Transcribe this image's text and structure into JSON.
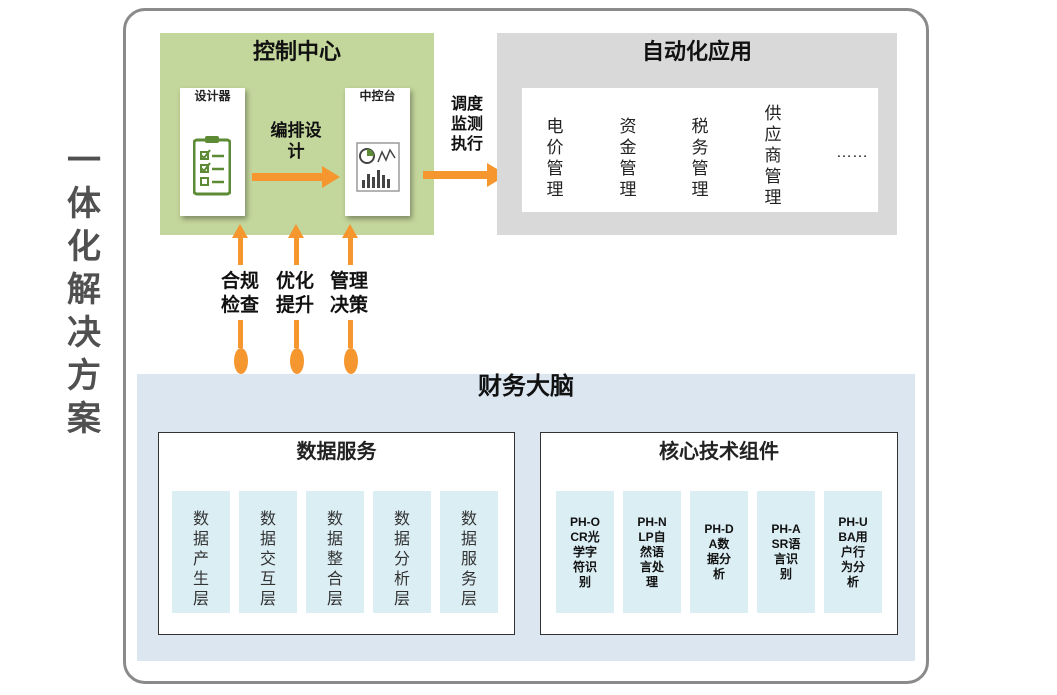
{
  "side_title": [
    "一",
    "体",
    "化",
    "解",
    "决",
    "方",
    "案"
  ],
  "control_center": {
    "title": "控制中心",
    "designer": "设计器",
    "arrange": "编排设计",
    "center_console": "中控台"
  },
  "dispatch": "调度监测执行",
  "auto_apps": {
    "title": "自动化应用",
    "items": [
      "电价管理",
      "资金管理",
      "税务管理",
      "供应商管理"
    ],
    "more": "……"
  },
  "feedback": [
    "合规检查",
    "优化提升",
    "管理决策"
  ],
  "finance_brain": {
    "title": "财务大脑",
    "data_services": {
      "title": "数据服务",
      "tiles": [
        "数据产生层",
        "数据交互层",
        "数据整合层",
        "数据分析层",
        "数据服务层"
      ]
    },
    "core_tech": {
      "title": "核心技术组件",
      "tiles": [
        "PH-OCR光学字符识别",
        "PH-NLP自然语言处理",
        "PH-DA数据分析",
        "PH-ASR语言识别",
        "PH-UBA用户行为分析"
      ]
    }
  },
  "colors": {
    "green": "#c3d69b",
    "gray": "#d9d9d9",
    "blue_panel": "#dce6f1",
    "tile": "#dbeef4",
    "orange": "#f5962f",
    "icon_green": "#5d8a34"
  }
}
